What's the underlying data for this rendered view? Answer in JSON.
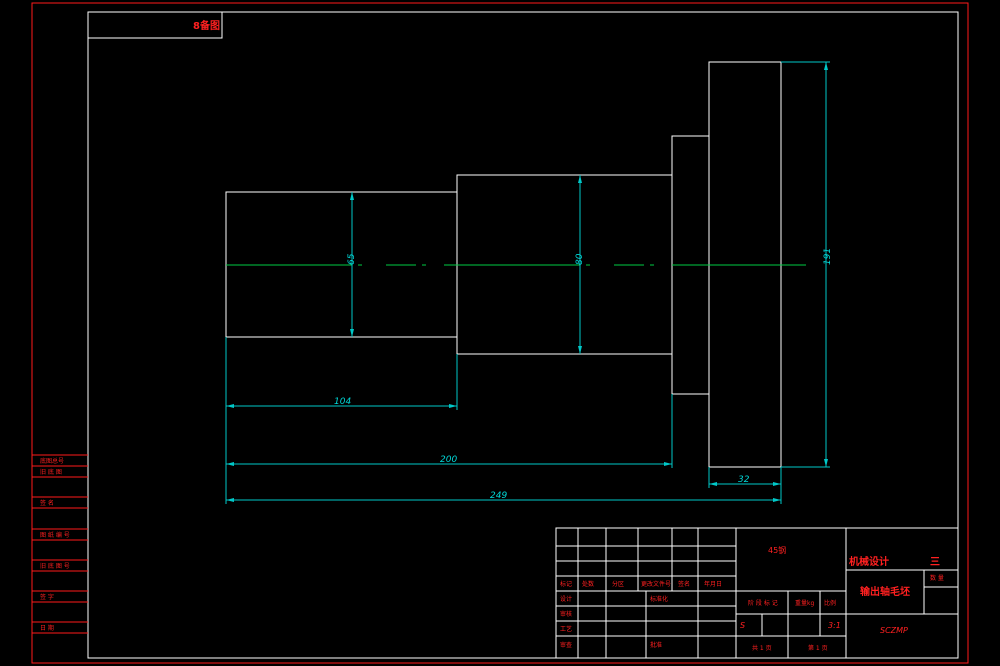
{
  "top_label": "8备图",
  "dimensions": {
    "d1": "65",
    "d2": "80",
    "d3": "191",
    "l1": "104",
    "l2": "200",
    "l3": "249",
    "l4": "32"
  },
  "side_labels": [
    "底图总号",
    "旧 底 图",
    "签 名",
    "图 纸 编 号",
    "旧 底 图 号",
    "签 字",
    "日 期"
  ],
  "title_block": {
    "material": "45钢",
    "course": "机械设计",
    "course_suffix": "三",
    "part_name": "输出轴毛坯",
    "drawing_no": "SCZMP",
    "qty_label": "数 量",
    "stage_label": "阶 段 标 记",
    "weight_label": "重量kg",
    "scale_label": "比例",
    "scale_value": "3:1",
    "stage_value": "S",
    "total_sheets": "共 1 页",
    "sheet_no": "第 1 页",
    "row_labels": [
      "标记",
      "处数",
      "分区",
      "更改文件号",
      "签名",
      "年月日"
    ],
    "design": "设计",
    "standard": "标准化",
    "check": "审核",
    "proc": "工艺",
    "review": "审查",
    "approve": "批准"
  }
}
